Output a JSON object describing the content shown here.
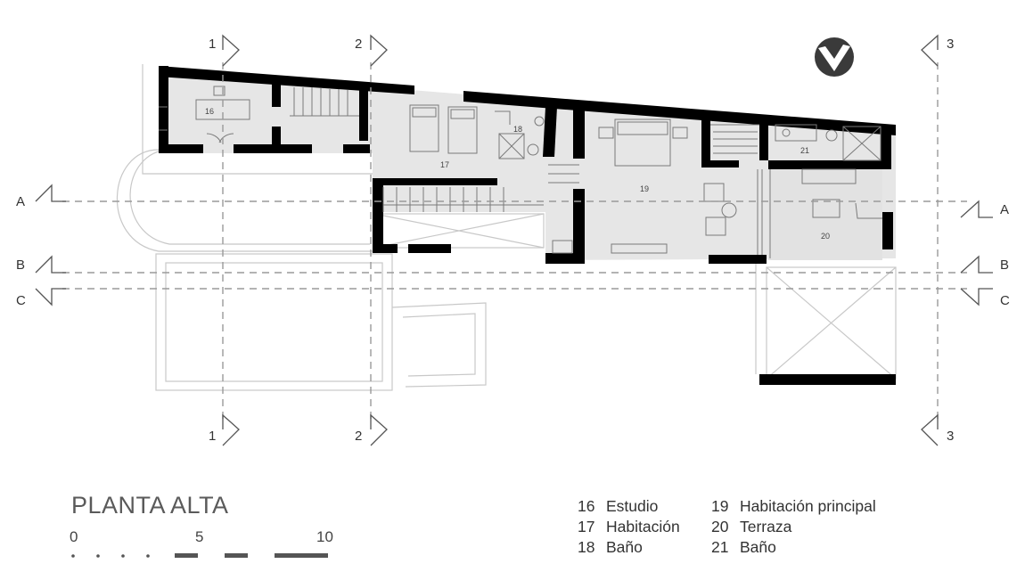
{
  "plan": {
    "title": "PLANTA ALTA",
    "scale": {
      "ticks": [
        "0",
        "5",
        "10"
      ]
    },
    "sections": {
      "A": "A",
      "B": "B",
      "C": "C",
      "one": "1",
      "two": "2",
      "three": "3"
    },
    "room_tags": [
      "16",
      "17",
      "18",
      "19",
      "20",
      "21"
    ],
    "legend": [
      {
        "num": "16",
        "name": "Estudio"
      },
      {
        "num": "17",
        "name": "Habitación"
      },
      {
        "num": "18",
        "name": "Baño"
      },
      {
        "num": "19",
        "name": "Habitación principal"
      },
      {
        "num": "20",
        "name": "Terraza"
      },
      {
        "num": "21",
        "name": "Baño"
      }
    ],
    "colors": {
      "wall": "#000000",
      "floor": "#e6e6e6",
      "line": "#9a9a9a",
      "text": "#444444"
    }
  }
}
